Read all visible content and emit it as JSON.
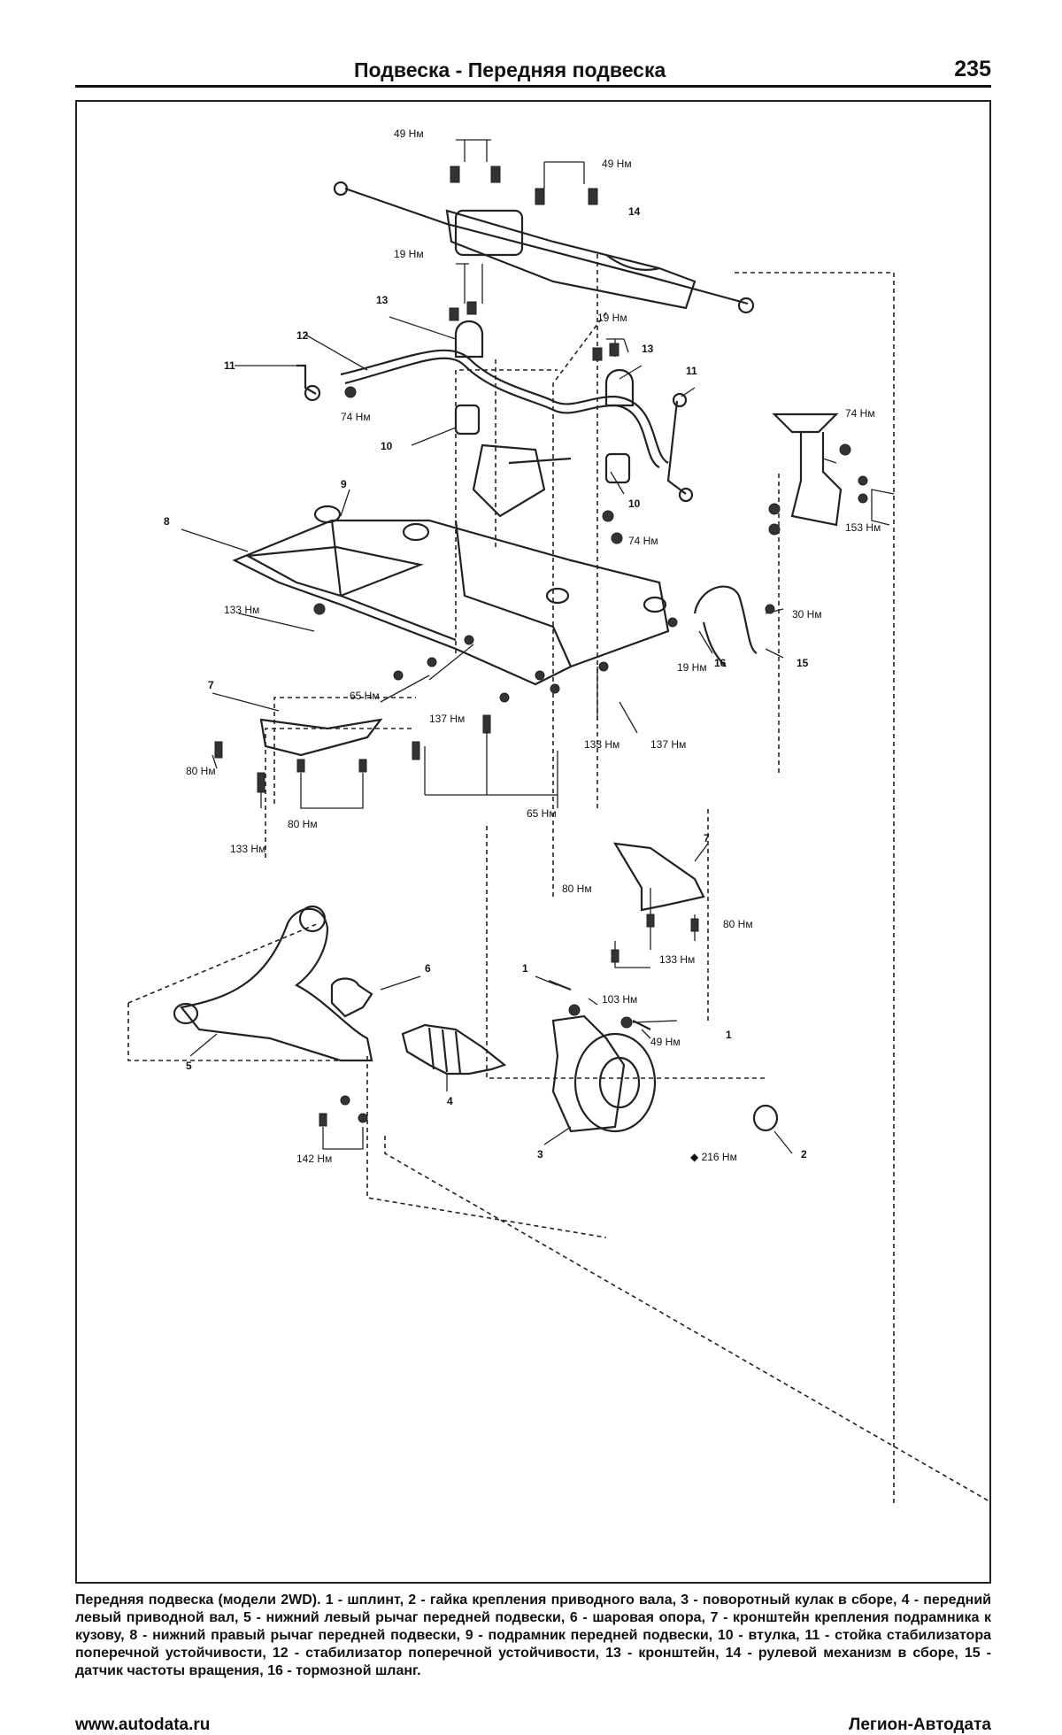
{
  "header": {
    "title": "Подвеска - Передняя подвеска",
    "page_number": "235"
  },
  "labels": {
    "n1": "1",
    "n1b": "1",
    "n2": "2",
    "n3": "3",
    "n4": "4",
    "n5": "5",
    "n6": "6",
    "n7a": "7",
    "n7b": "7",
    "n8": "8",
    "n9": "9",
    "n10a": "10",
    "n10b": "10",
    "n11a": "11",
    "n11b": "11",
    "n12": "12",
    "n13a": "13",
    "n13b": "13",
    "n14": "14",
    "n15": "15",
    "n16": "16"
  },
  "torques": {
    "t49a": "49 Нм",
    "t49b": "49 Нм",
    "t19a": "19 Нм",
    "t19b": "19 Нм",
    "t74a": "74 Нм",
    "t74b": "74 Нм",
    "t74c": "74 Нм",
    "t153": "153 Нм",
    "t133a": "133 Нм",
    "t30": "30 Нм",
    "t19c": "19 Нм",
    "t65a": "65 Нм",
    "t137a": "137 Нм",
    "t133b": "133 Нм",
    "t137b": "137 Нм",
    "t80a": "80 Нм",
    "t80b": "80 Нм",
    "t133c": "133 Нм",
    "t65b": "65 Нм",
    "t80c": "80 Нм",
    "t80d": "80 Нм",
    "t133d": "133 Нм",
    "t103": "103 Нм",
    "t49c": "49 Нм",
    "t142": "142 Нм",
    "t216": "◆ 216 Нм"
  },
  "caption": "Передняя подвеска (модели 2WD). 1 - шплинт, 2 - гайка крепления приводного вала, 3 - поворотный кулак в сборе, 4 - передний левый приводной вал, 5 - нижний левый рычаг передней подвески, 6 - шаровая опора, 7 - кронштейн крепления подрамника к кузову, 8 - нижний правый рычаг передней подвески, 9 - подрамник передней подвески, 10 - втулка, 11 - стойка стабилизатора поперечной устойчивости, 12 - стабилизатор поперечной устойчивости, 13 - кронштейн, 14 - рулевой механизм в сборе, 15 - датчик частоты вращения, 16 - тормозной шланг.",
  "footer": {
    "website": "www.autodata.ru",
    "publisher": "Легион-Автодата"
  }
}
